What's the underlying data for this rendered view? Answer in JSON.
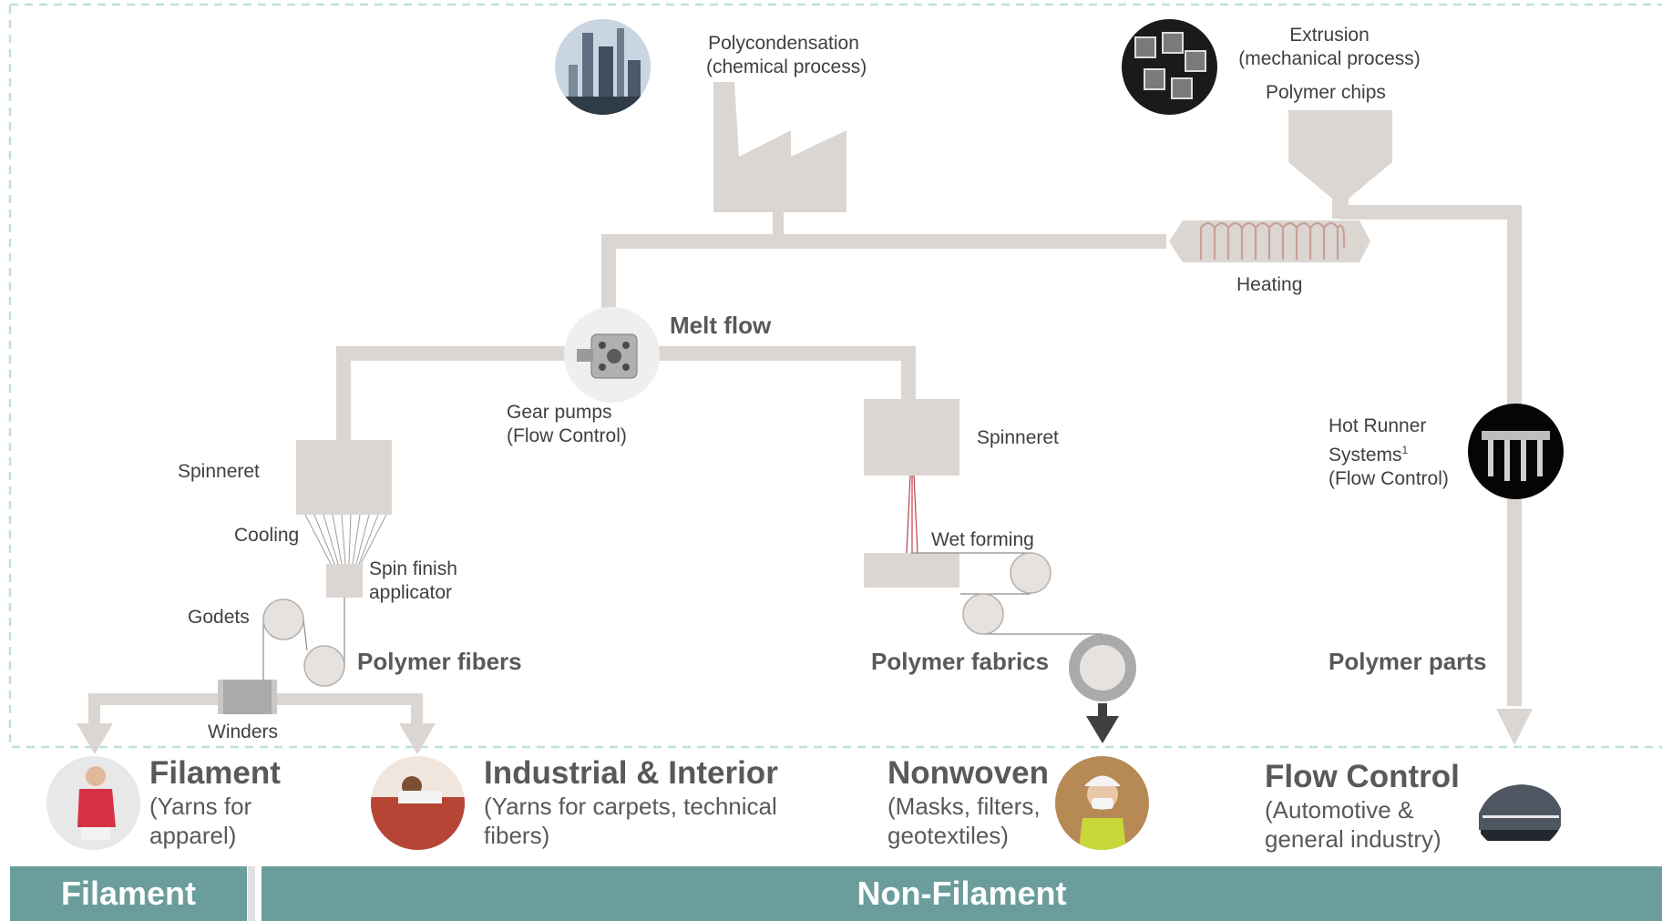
{
  "process": {
    "polycondensation": [
      "Polycondensation",
      "(chemical process)"
    ],
    "extrusion": [
      "Extrusion",
      "(mechanical process)"
    ],
    "polymer_chips": "Polymer chips",
    "heating": "Heating",
    "melt_flow": "Melt flow",
    "gear_pumps": [
      "Gear pumps",
      "(Flow Control)"
    ],
    "spinneret_left": "Spinneret",
    "cooling": "Cooling",
    "spin_finish": [
      "Spin finish",
      "applicator"
    ],
    "godets": "Godets",
    "polymer_fibers": "Polymer fibers",
    "winders": "Winders",
    "spinneret_right": "Spinneret",
    "wet_forming": "Wet forming",
    "polymer_fabrics": "Polymer fabrics",
    "hot_runner": [
      "Hot Runner",
      "Systems",
      "(Flow Control)"
    ],
    "hot_runner_footnote": "1",
    "polymer_parts": "Polymer parts"
  },
  "categories": {
    "filament": {
      "title": "Filament",
      "lines": [
        "(Yarns for",
        "apparel)"
      ]
    },
    "industrial": {
      "title": "Industrial & Interior",
      "lines": [
        "(Yarns for carpets, technical",
        "fibers)"
      ]
    },
    "nonwoven": {
      "title": "Nonwoven",
      "lines": [
        "(Masks, filters,",
        "geotextiles)"
      ]
    },
    "flow_control": {
      "title": "Flow Control",
      "lines": [
        "(Automotive &",
        "general industry)"
      ]
    }
  },
  "banners": {
    "filament": "Filament",
    "non_filament": "Non-Filament"
  },
  "colors": {
    "pipe": "#dcd6d2",
    "banner": "#6b9d9c",
    "dashed_border": "#bfe0de",
    "arrow_dark": "#404040"
  }
}
